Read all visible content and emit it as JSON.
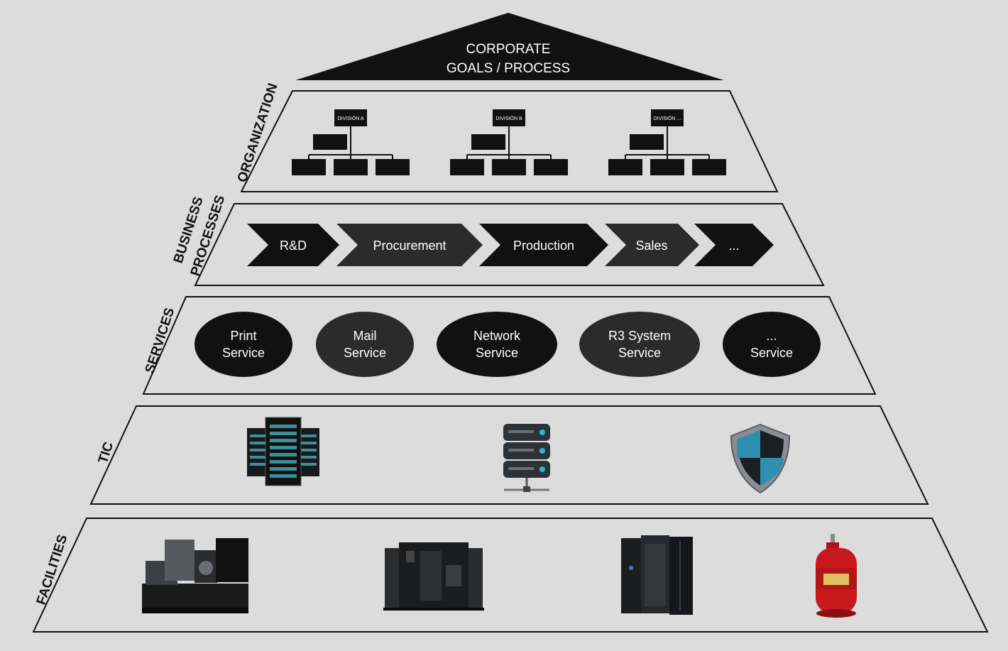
{
  "apex": {
    "line1": "CORPORATE",
    "line2": "GOALS / PROCESS"
  },
  "layers": {
    "organization": {
      "label": "ORGANIZATION",
      "divisions": [
        "DIVISIÓN A",
        "DIVISIÓN B",
        "DIVISIÓN ..."
      ]
    },
    "business": {
      "label1": "BUSINESS",
      "label2": "PROCESSES",
      "steps": [
        "R&D",
        "Procurement",
        "Production",
        "Sales",
        "..."
      ]
    },
    "services": {
      "label": "SERVICES",
      "items": [
        {
          "line1": "Print",
          "line2": "Service"
        },
        {
          "line1": "Mail",
          "line2": "Service"
        },
        {
          "line1": "Network",
          "line2": "Service"
        },
        {
          "line1": "R3 System",
          "line2": "Service"
        },
        {
          "line1": "...",
          "line2": "Service"
        }
      ]
    },
    "tic": {
      "label": "TIC",
      "icons": [
        "server-rack-icon",
        "database-server-icon",
        "security-shield-icon"
      ]
    },
    "facilities": {
      "label": "FACILITIES",
      "icons": [
        "power-generator-icon",
        "ups-unit-icon",
        "cooling-unit-icon",
        "fire-extinguisher-icon"
      ]
    }
  },
  "colors": {
    "background": "#dcdcdc",
    "shape": "#111111",
    "shape_alt": "#2b2b2b",
    "shield_blue": "#2f8fb0",
    "extinguisher_red": "#c8181c"
  }
}
